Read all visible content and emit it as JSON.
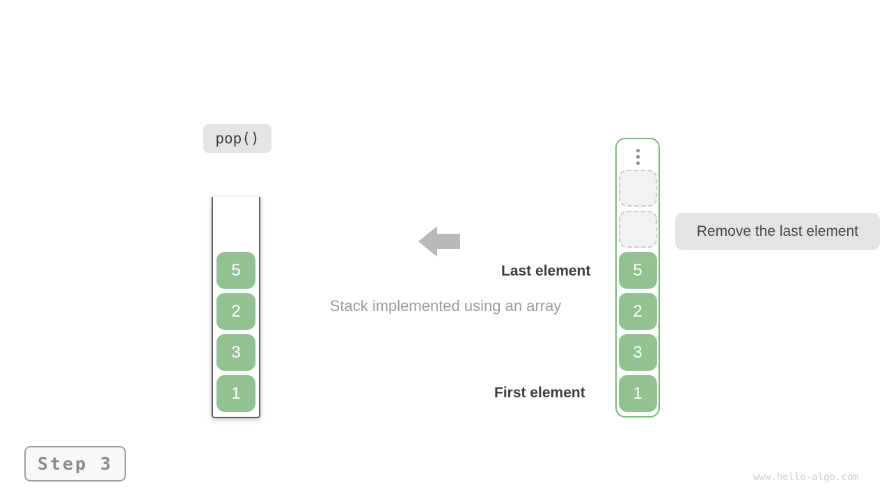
{
  "operation_label": {
    "text": "pop()"
  },
  "stack_diagram": {
    "values_top_to_bottom": [
      "5",
      "2",
      "3",
      "1"
    ]
  },
  "array_diagram": {
    "ellipsis_dots": 3,
    "empty_slots": 2,
    "values_top_to_bottom": [
      "5",
      "2",
      "3",
      "1"
    ]
  },
  "annotations": {
    "caption": "Stack implemented using an array",
    "last_element": "Last element",
    "first_element": "First element",
    "remove_note": "Remove the last element",
    "step": "Step 3",
    "watermark": "www.hello-algo.com"
  },
  "colors": {
    "cell_green": "#92c192",
    "array_border_green": "#79ba79",
    "label_gray_bg": "#e4e4e4",
    "arrow_gray": "#b9b9b9",
    "dark_text": "#3d3d3d",
    "muted_text": "#9c9c9c",
    "step_text": "#8b8b8b",
    "watermark_text": "#c9cdd0"
  }
}
